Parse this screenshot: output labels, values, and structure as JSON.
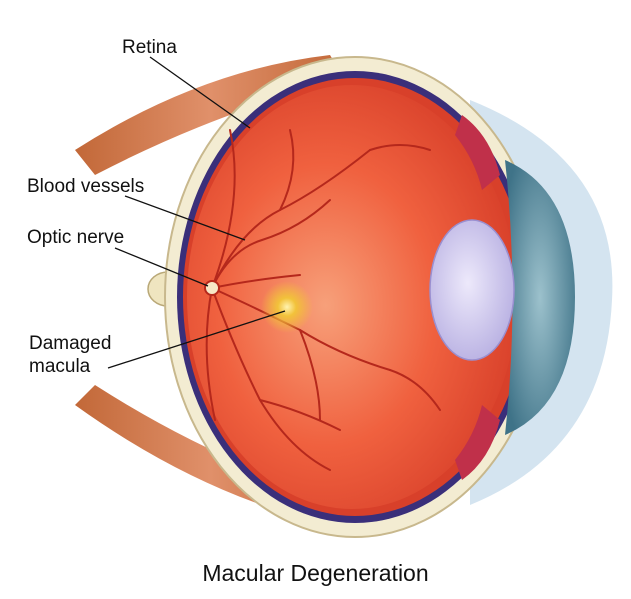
{
  "diagram": {
    "title": "Macular Degeneration",
    "labels": {
      "retina": "Retina",
      "blood_vessels": "Blood vessels",
      "optic_nerve": "Optic nerve",
      "damaged_macula_line1": "Damaged",
      "damaged_macula_line2": "macula"
    }
  },
  "colors": {
    "eye_interior": "#f0613f",
    "sclera": "#f3ecd2",
    "choroid": "#3a2f7a",
    "iris": "#5f8fa0",
    "lens": "#c9c2ea",
    "muscle": "#d07a4e",
    "macula": "#f2c23a",
    "cornea": "#cfe1ee"
  }
}
